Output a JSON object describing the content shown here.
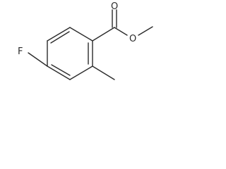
{
  "molecule": {
    "atoms": {
      "fluorine": "F",
      "carbonyl_oxygen": "O",
      "ester_oxygen": "O"
    }
  }
}
